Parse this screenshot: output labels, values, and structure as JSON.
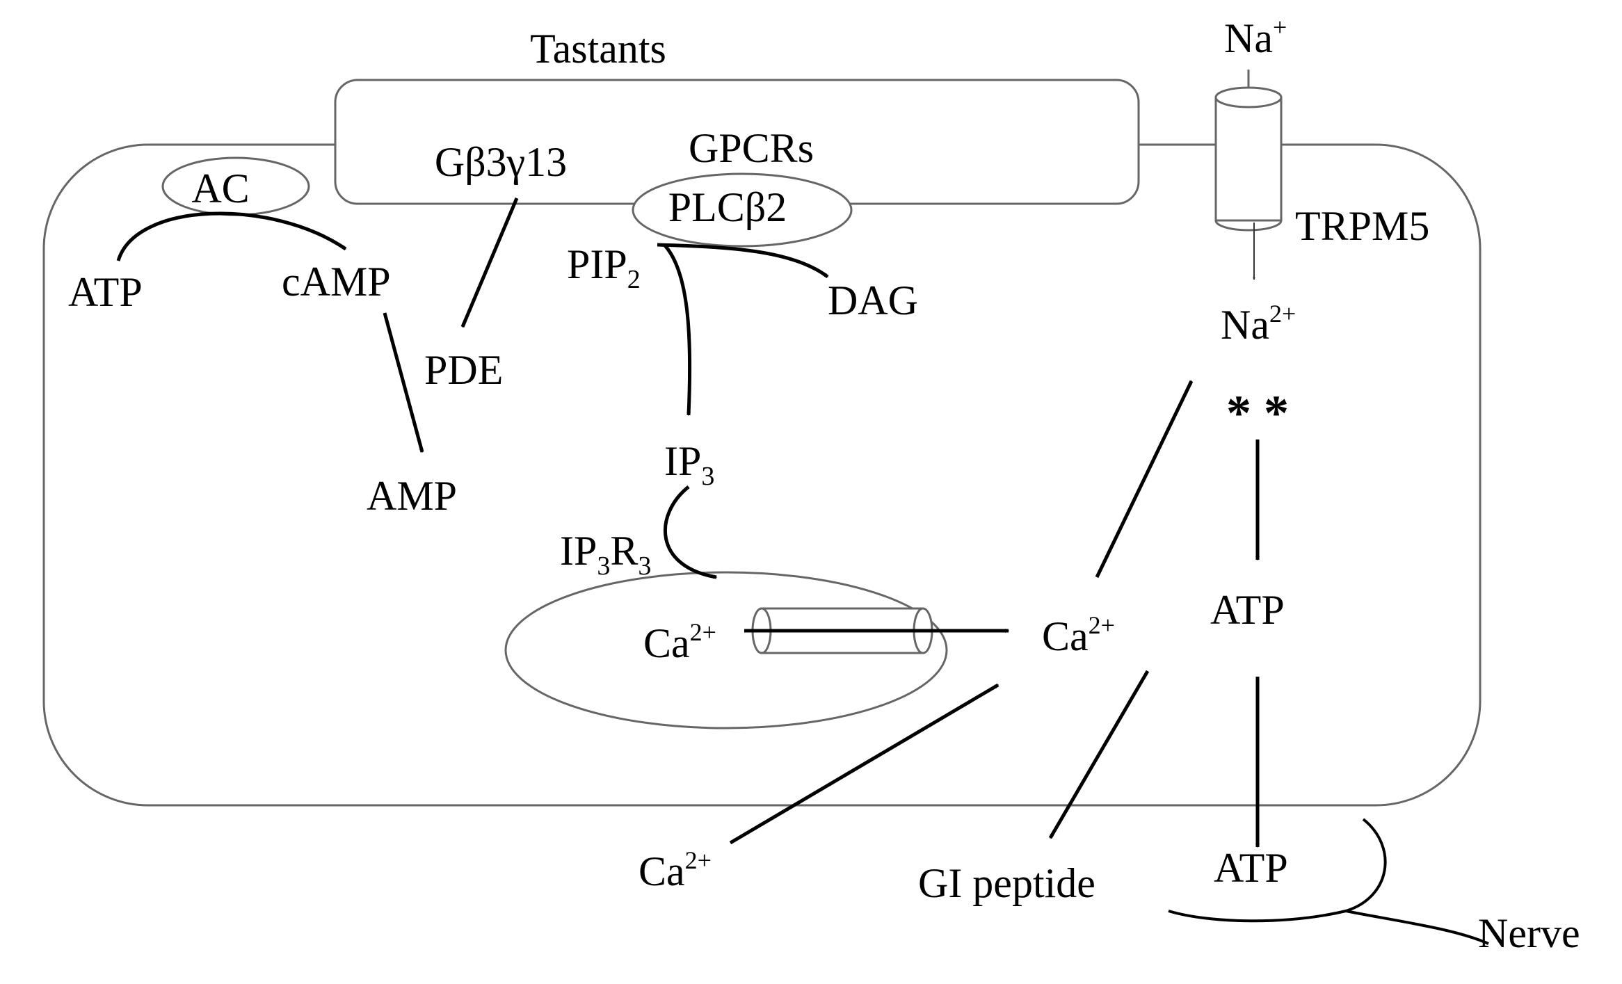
{
  "labels": {
    "tastants": "Tastants",
    "na_out": "Na",
    "na_out_sup": "+",
    "ac": "AC",
    "gbg": "Gβ3γ13",
    "gpcrs": "GPCRs",
    "plc": "PLCβ2",
    "trpm5": "TRPM5",
    "atp1": "ATP",
    "camp": "cAMP",
    "pip": "PIP",
    "pip_sub": "2",
    "dag": "DAG",
    "na_in": "Na",
    "na_in_sup": "2+",
    "pde": "PDE",
    "stars": "* *",
    "amp": "AMP",
    "ip3": "IP",
    "ip3_sub": "3",
    "ip3r3_a": "IP",
    "ip3r3_b": "3",
    "ip3r3_c": "R",
    "ip3r3_d": "3",
    "ca_er": "Ca",
    "ca_er_sup": "2+",
    "ca_cyto": "Ca",
    "ca_cyto_sup": "2+",
    "atp2": "ATP",
    "ca_ext": "Ca",
    "ca_ext_sup": "2+",
    "gi": "GI peptide",
    "atp3": "ATP",
    "nerve": "Nerve"
  }
}
